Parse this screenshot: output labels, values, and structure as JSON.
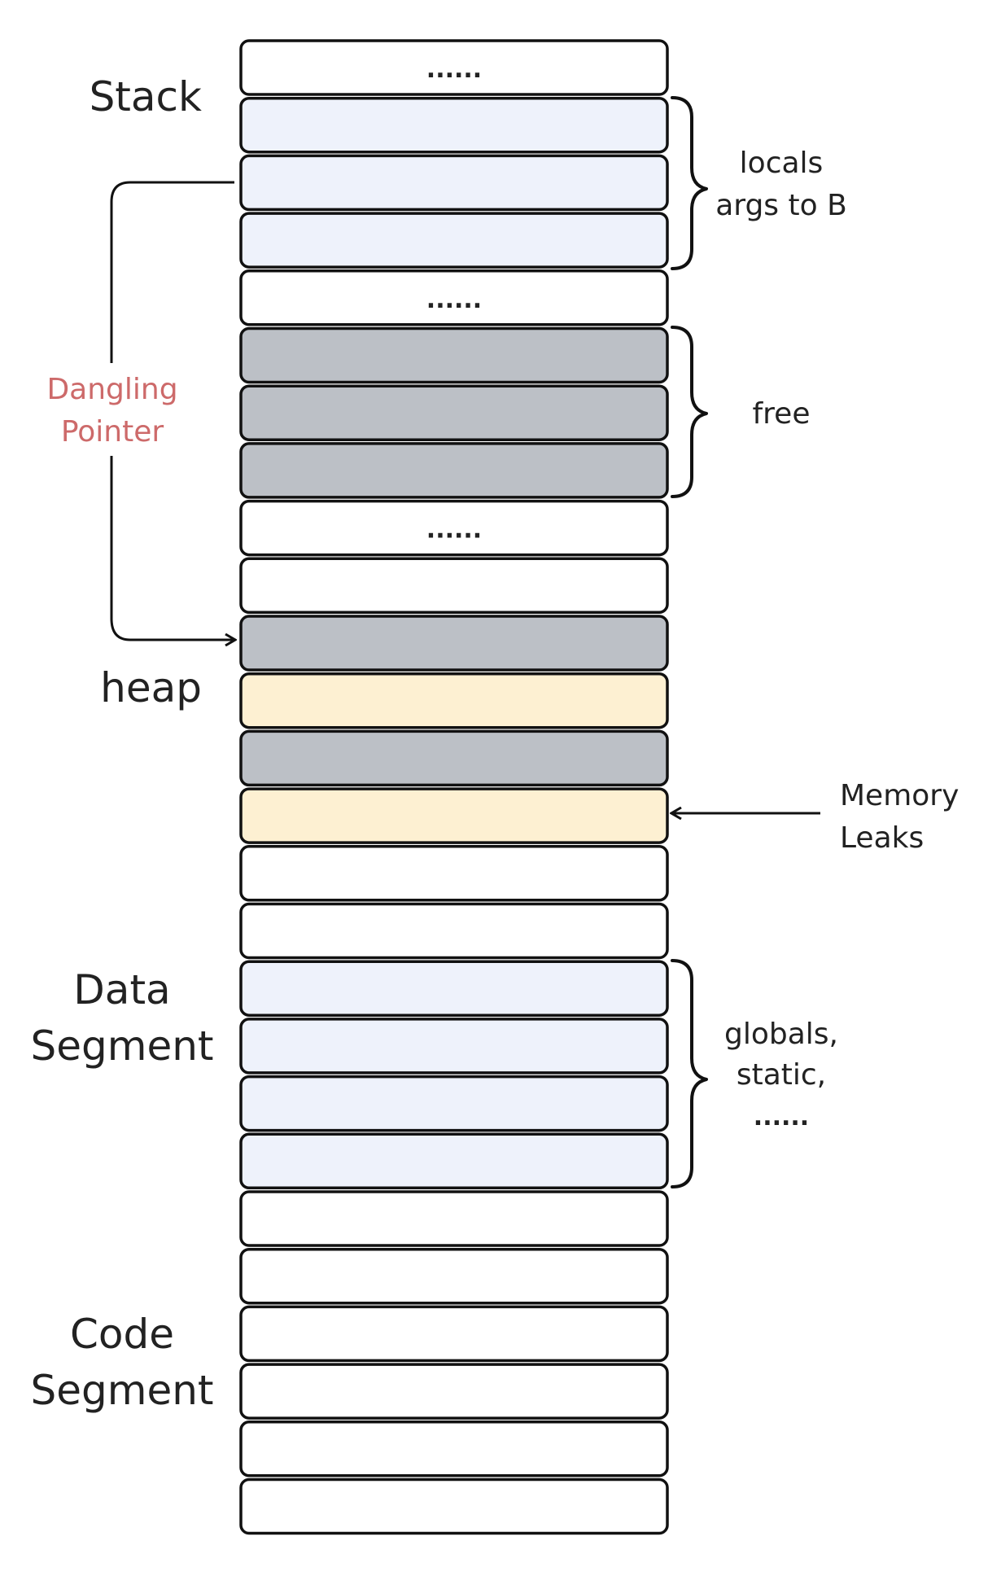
{
  "colors": {
    "white_cell": "#ffffff",
    "stack_cell": "#eef2fb",
    "free_cell": "#bcc0c6",
    "leak_cell": "#fdf0d2",
    "outline": "#111111",
    "dangling_label": "#cd6a6a"
  },
  "cells": [
    {
      "type": "white",
      "text": "......"
    },
    {
      "type": "stack",
      "text": ""
    },
    {
      "type": "stack",
      "text": ""
    },
    {
      "type": "stack",
      "text": ""
    },
    {
      "type": "white",
      "text": "......"
    },
    {
      "type": "free",
      "text": ""
    },
    {
      "type": "free",
      "text": ""
    },
    {
      "type": "free",
      "text": ""
    },
    {
      "type": "white",
      "text": "......"
    },
    {
      "type": "white",
      "text": ""
    },
    {
      "type": "free",
      "text": ""
    },
    {
      "type": "leak",
      "text": ""
    },
    {
      "type": "free",
      "text": ""
    },
    {
      "type": "leak",
      "text": ""
    },
    {
      "type": "white",
      "text": ""
    },
    {
      "type": "white",
      "text": ""
    },
    {
      "type": "stack",
      "text": ""
    },
    {
      "type": "stack",
      "text": ""
    },
    {
      "type": "stack",
      "text": ""
    },
    {
      "type": "stack",
      "text": ""
    },
    {
      "type": "white",
      "text": ""
    },
    {
      "type": "white",
      "text": ""
    },
    {
      "type": "white",
      "text": ""
    },
    {
      "type": "white",
      "text": ""
    },
    {
      "type": "white",
      "text": ""
    },
    {
      "type": "white",
      "text": ""
    }
  ],
  "regions": {
    "stack": "Stack",
    "heap": "heap",
    "data_line1": "Data",
    "data_line2": "Segment",
    "code_line1": "Code",
    "code_line2": "Segment"
  },
  "annotations": {
    "locals": "locals",
    "args": "args to B",
    "free": "free",
    "memory": "Memory",
    "leaks": "Leaks",
    "globals": "globals,",
    "static": "static,",
    "ellipsis": "......",
    "dangling_line1": "Dangling",
    "dangling_line2": "Pointer"
  }
}
